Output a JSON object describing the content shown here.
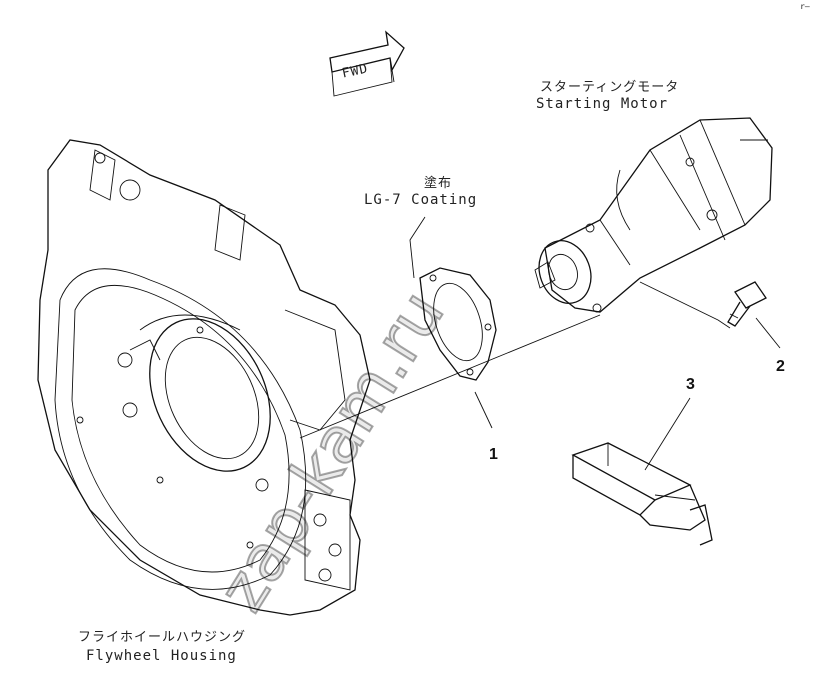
{
  "fwd_arrow": {
    "label": "FWD"
  },
  "corner_mark": "r—",
  "starting_motor": {
    "label_jp": "スターティングモータ",
    "label_en": "Starting Motor"
  },
  "coating": {
    "label_jp": "塗布",
    "label_en": "LG-7 Coating"
  },
  "flywheel_housing": {
    "label_jp": "フライホイールハウジング",
    "label_en": "Flywheel Housing"
  },
  "callouts": {
    "gasket": "1",
    "bolt": "2",
    "tool": "3"
  },
  "watermark": "zap-kam.ru"
}
